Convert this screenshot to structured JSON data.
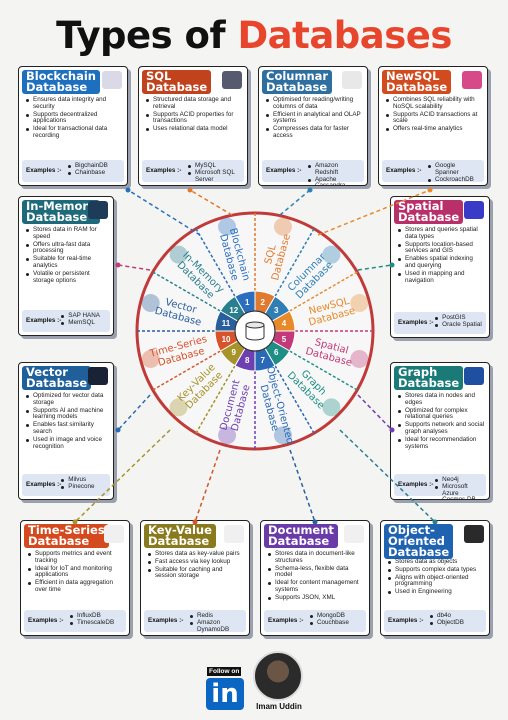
{
  "title": {
    "part1": "Types of",
    "part2": "Databases"
  },
  "colors": {
    "accent": "#e8462c",
    "exbox": "#dde6f2"
  },
  "cards": {
    "blockchain": {
      "line1": "Blockchain",
      "line2": "Database",
      "color": "#1f6fbf",
      "bullets": [
        "Ensures data integrity and security",
        "Supports decentralized applications",
        "Ideal for transactional data recording"
      ],
      "examples_label": "Examples :-",
      "examples": [
        "BigchainDB",
        "Chainbase"
      ]
    },
    "sql": {
      "line1": "SQL",
      "line2": "Database",
      "color": "#c0431e",
      "bullets": [
        "Structured data storage and retrieval",
        "Supports ACID properties for transactions",
        "Uses relational data model"
      ],
      "examples_label": "Examples :-",
      "examples": [
        "MySQL",
        "Microsoft SQL Server"
      ]
    },
    "columnar": {
      "line1": "Columnar",
      "line2": "Database",
      "color": "#2f6f9f",
      "bullets": [
        "Optimised for reading/writing columns of data",
        "Efficient in analytical and OLAP systems",
        "Compresses data for faster access"
      ],
      "examples_label": "Examples :-",
      "examples": [
        "Amazon Redshift",
        "Apache Cassandra"
      ]
    },
    "newsql": {
      "line1": "NewSQL",
      "line2": "Database",
      "color": "#d14b1f",
      "bullets": [
        "Combines SQL reliability with NoSQL scalability",
        "Supports ACID transactions at scale",
        "Offers real-time analytics"
      ],
      "examples_label": "Examples :-",
      "examples": [
        "Google Spanner",
        "CockroachDB"
      ]
    },
    "inmemory": {
      "line1": "In-Memory",
      "line2": "Database",
      "color": "#1e6a7a",
      "bullets": [
        "Stores data in RAM for speed",
        "Offers ultra-fast data processing",
        "Suitable for real-time analytics",
        "Volatile or persistent storage options"
      ],
      "examples_label": "Examples :-",
      "examples": [
        "SAP HANA",
        "MemSQL"
      ]
    },
    "spatial": {
      "line1": "Spatial",
      "line2": "Database",
      "color": "#b8306a",
      "bullets": [
        "Stores and queries spatial data types",
        "Supports location-based services and GIS",
        "Enables spatial indexing and querying",
        "Used in mapping and navigation"
      ],
      "examples_label": "Examples :-",
      "examples": [
        "PostGIS",
        "Oracle Spatial"
      ]
    },
    "vector": {
      "line1": "Vector",
      "line2": "Database",
      "color": "#1f5f9a",
      "bullets": [
        "Optimized for vector data storage",
        "Supports AI and machine learning models",
        "Enables fast similarity search",
        "Used in image and voice recognition"
      ],
      "examples_label": "Examples :-",
      "examples": [
        "Milvus",
        "Pinecone"
      ]
    },
    "graph": {
      "line1": "Graph",
      "line2": "Database",
      "color": "#1a7a78",
      "bullets": [
        "Stores data in nodes and edges",
        "Optimized for complex relational queries",
        "Supports network and social graph analyses",
        "Ideal for recommendation systems"
      ],
      "examples_label": "Examples :-",
      "examples": [
        "Neo4j",
        "Microsoft Azure Cosmos DB"
      ]
    },
    "timeseries": {
      "line1": "Time-Series",
      "line2": "Database",
      "color": "#d44a1e",
      "bullets": [
        "Supports metrics and event tracking",
        "Ideal for IoT and monitoring applications",
        "Efficient in data aggregation over time"
      ],
      "examples_label": "Examples :-",
      "examples": [
        "InfluxDB",
        "TimescaleDB"
      ]
    },
    "keyvalue": {
      "line1": "Key-Value",
      "line2": "Database",
      "color": "#8a7a1e",
      "bullets": [
        "Stores data as key-value pairs",
        "Fast access via key lookup",
        "Suitable for caching and session storage"
      ],
      "examples_label": "Examples :-",
      "examples": [
        "Redis",
        "Amazon DynamoDB"
      ]
    },
    "document": {
      "line1": "Document",
      "line2": "Database",
      "color": "#6a3aa8",
      "bullets": [
        "Stores data in document-like structures",
        "Schema-less, flexible data model",
        "Ideal for content management systems",
        "Supports JSON, XML"
      ],
      "examples_label": "Examples :-",
      "examples": [
        "MongoDB",
        "Couchbase"
      ]
    },
    "object": {
      "line1": "Object-",
      "line2": "Oriented",
      "line3": "Database",
      "color": "#1f63b0",
      "bullets": [
        "Stores data as objects",
        "Supports complex data types",
        "Aligns with object-oriented programming",
        "Used in Engineering"
      ],
      "examples_label": "Examples :-",
      "examples": [
        "db4o",
        "ObjectDB"
      ]
    }
  },
  "wheel": {
    "segments": [
      {
        "label1": "SQL",
        "label2": "Database",
        "num": "2",
        "color": "#e07a2e"
      },
      {
        "label1": "Columnar",
        "label2": "Database",
        "num": "3",
        "color": "#2f7fb5"
      },
      {
        "label1": "NewSQL",
        "label2": "Database",
        "num": "4",
        "color": "#e88a2a"
      },
      {
        "label1": "Spatial",
        "label2": "Database",
        "num": "5",
        "color": "#c23a7a"
      },
      {
        "label1": "Graph",
        "label2": "Database",
        "num": "6",
        "color": "#1f8f86"
      },
      {
        "label1": "Object-Oriented",
        "label2": "Database",
        "num": "7",
        "color": "#2a69b5"
      },
      {
        "label1": "Document",
        "label2": "Database",
        "num": "8",
        "color": "#6d3fb0"
      },
      {
        "label1": "Key-Value",
        "label2": "Database",
        "num": "9",
        "color": "#a6932a"
      },
      {
        "label1": "Time-Series",
        "label2": "Database",
        "num": "10",
        "color": "#d8532a"
      },
      {
        "label1": "Vector",
        "label2": "Database",
        "num": "11",
        "color": "#2a5f9e"
      },
      {
        "label1": "In-Memory",
        "label2": "Database",
        "num": "12",
        "color": "#2a7f8f"
      },
      {
        "label1": "Blockchain",
        "label2": "Database",
        "num": "1",
        "color": "#2a6fbf"
      }
    ]
  },
  "footer": {
    "follow": "Follow on",
    "logo": "in",
    "name": "Imam Uddin"
  }
}
